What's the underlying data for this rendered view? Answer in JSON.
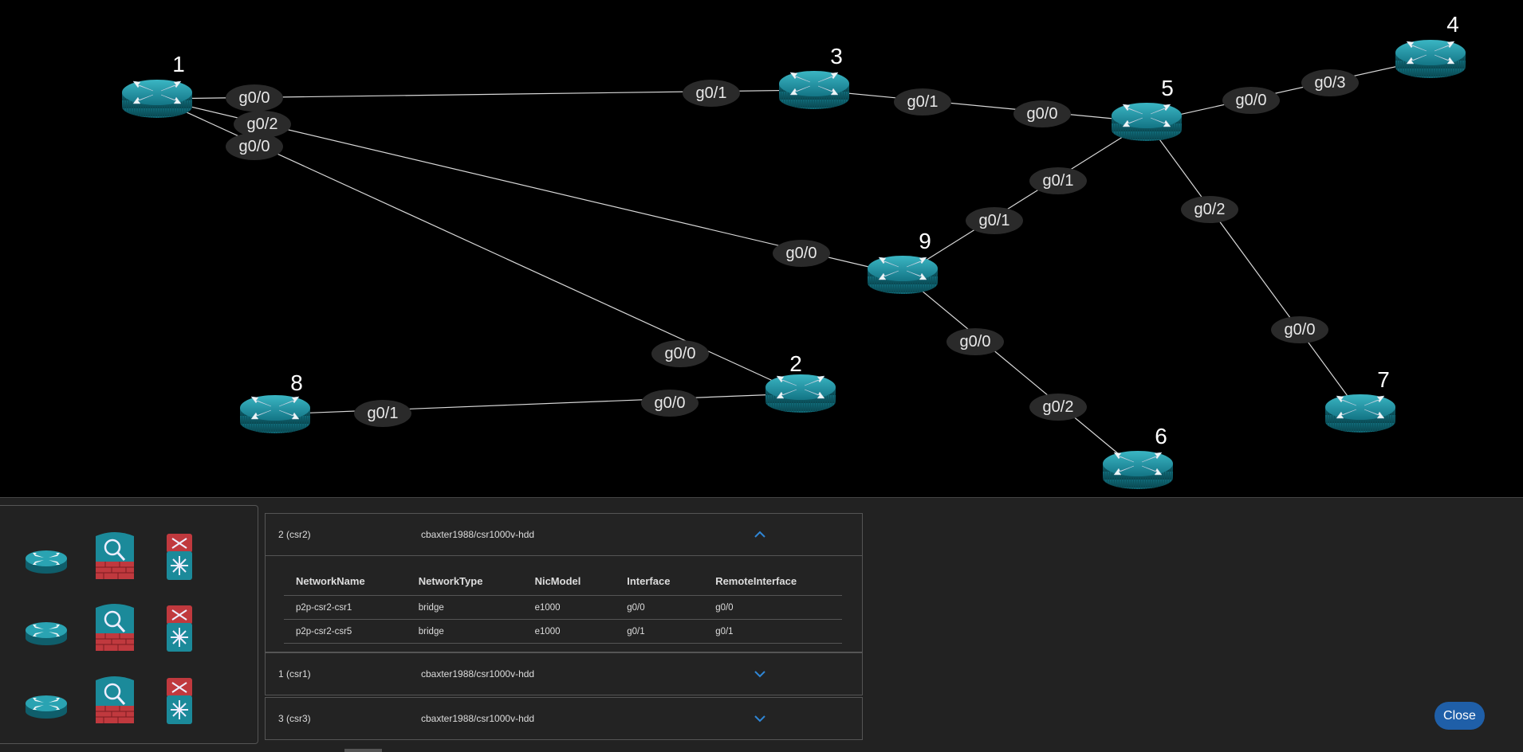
{
  "topology": {
    "nodes": [
      {
        "id": "1",
        "label": "1"
      },
      {
        "id": "2",
        "label": "2"
      },
      {
        "id": "3",
        "label": "3"
      },
      {
        "id": "4",
        "label": "4"
      },
      {
        "id": "5",
        "label": "5"
      },
      {
        "id": "6",
        "label": "6"
      },
      {
        "id": "7",
        "label": "7"
      },
      {
        "id": "8",
        "label": "8"
      },
      {
        "id": "9",
        "label": "9"
      }
    ],
    "links": [
      {
        "from": "1",
        "to": "3",
        "from_iface": "g0/0",
        "to_iface": "g0/1"
      },
      {
        "from": "1",
        "to": "9",
        "from_iface": "g0/2",
        "to_iface": "g0/0"
      },
      {
        "from": "1",
        "to": "2",
        "from_iface": "g0/0",
        "to_iface": "g0/0"
      },
      {
        "from": "3",
        "to": "5",
        "from_iface": "g0/1",
        "to_iface": "g0/0"
      },
      {
        "from": "5",
        "to": "4",
        "from_iface": "g0/0",
        "to_iface": "g0/3"
      },
      {
        "from": "5",
        "to": "9",
        "from_iface": "g0/1",
        "to_iface": "g0/1"
      },
      {
        "from": "5",
        "to": "7",
        "from_iface": "g0/2",
        "to_iface": "g0/0"
      },
      {
        "from": "9",
        "to": "6",
        "from_iface": "g0/0",
        "to_iface": "g0/2"
      },
      {
        "from": "2",
        "to": "8",
        "from_iface": "g0/0",
        "to_iface": "g0/1"
      }
    ]
  },
  "palette": {
    "items": [
      {
        "icon": "router-icon"
      },
      {
        "icon": "firewall-icon"
      },
      {
        "icon": "switch-icon"
      },
      {
        "icon": "router-icon"
      },
      {
        "icon": "firewall-icon"
      },
      {
        "icon": "switch-icon"
      },
      {
        "icon": "router-icon"
      },
      {
        "icon": "firewall-icon"
      },
      {
        "icon": "switch-icon"
      }
    ]
  },
  "node_list": {
    "columns": [
      "NetworkName",
      "NetworkType",
      "NicModel",
      "Interface",
      "RemoteInterface"
    ],
    "items": [
      {
        "name": "2 (csr2)",
        "image": "cbaxter1988/csr1000v-hdd",
        "expanded": true,
        "rows": [
          [
            "p2p-csr2-csr1",
            "bridge",
            "e1000",
            "g0/0",
            "g0/0"
          ],
          [
            "p2p-csr2-csr5",
            "bridge",
            "e1000",
            "g0/1",
            "g0/1"
          ]
        ]
      },
      {
        "name": "1 (csr1)",
        "image": "cbaxter1988/csr1000v-hdd",
        "expanded": false
      },
      {
        "name": "3 (csr3)",
        "image": "cbaxter1988/csr1000v-hdd",
        "expanded": false
      }
    ]
  },
  "close_label": "Close",
  "colors": {
    "router_teal": "#1b8a9a",
    "firewall_red": "#c0393e",
    "accent_blue": "#1f5fa8",
    "link": "#d8d8d8"
  }
}
